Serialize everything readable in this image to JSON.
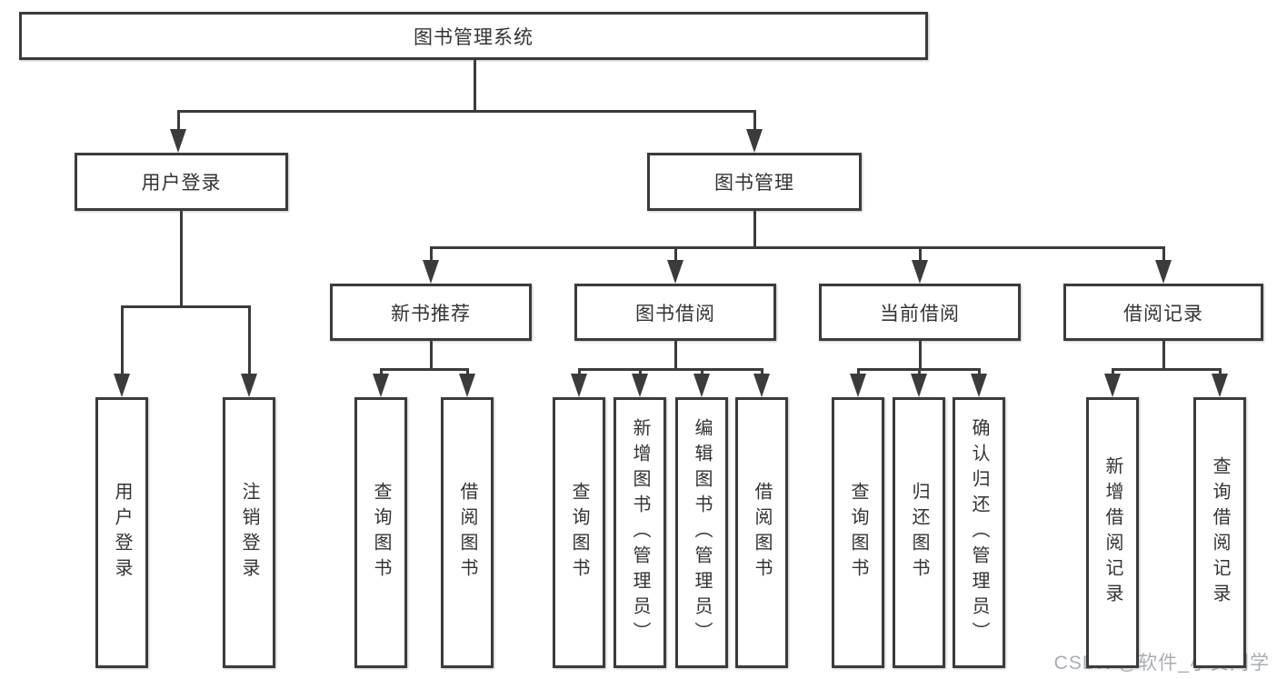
{
  "watermark": "CSDN @软件_小贺同学",
  "colors": {
    "line": "#3b3b3b",
    "box_background": "#ffffff",
    "text": "#333333",
    "watermark": "#a9adb3"
  },
  "tree": {
    "id": "root",
    "label": "图书管理系统",
    "children": [
      {
        "id": "user-login",
        "label": "用户登录",
        "children": [
          {
            "id": "user-login-leaf",
            "label": "用户登录"
          },
          {
            "id": "logout-leaf",
            "label": "注销登录"
          }
        ]
      },
      {
        "id": "book-mgmt",
        "label": "图书管理",
        "children": [
          {
            "id": "new-book-rec",
            "label": "新书推荐",
            "children": [
              {
                "id": "nbr-query",
                "label": "查询图书"
              },
              {
                "id": "nbr-borrow",
                "label": "借阅图书"
              }
            ]
          },
          {
            "id": "book-borrowing",
            "label": "图书借阅",
            "children": [
              {
                "id": "bb-query",
                "label": "查询图书"
              },
              {
                "id": "bb-add-admin",
                "label": "新增图书（管理员）"
              },
              {
                "id": "bb-edit-admin",
                "label": "编辑图书（管理员）"
              },
              {
                "id": "bb-borrow",
                "label": "借阅图书"
              }
            ]
          },
          {
            "id": "current-borrowing",
            "label": "当前借阅",
            "children": [
              {
                "id": "cb-query",
                "label": "查询图书"
              },
              {
                "id": "cb-return",
                "label": "归还图书"
              },
              {
                "id": "cb-confirm-admin",
                "label": "确认归还（管理员）"
              }
            ]
          },
          {
            "id": "borrowing-records",
            "label": "借阅记录",
            "children": [
              {
                "id": "br-add",
                "label": "新增借阅记录"
              },
              {
                "id": "br-query",
                "label": "查询借阅记录"
              }
            ]
          }
        ]
      }
    ]
  }
}
